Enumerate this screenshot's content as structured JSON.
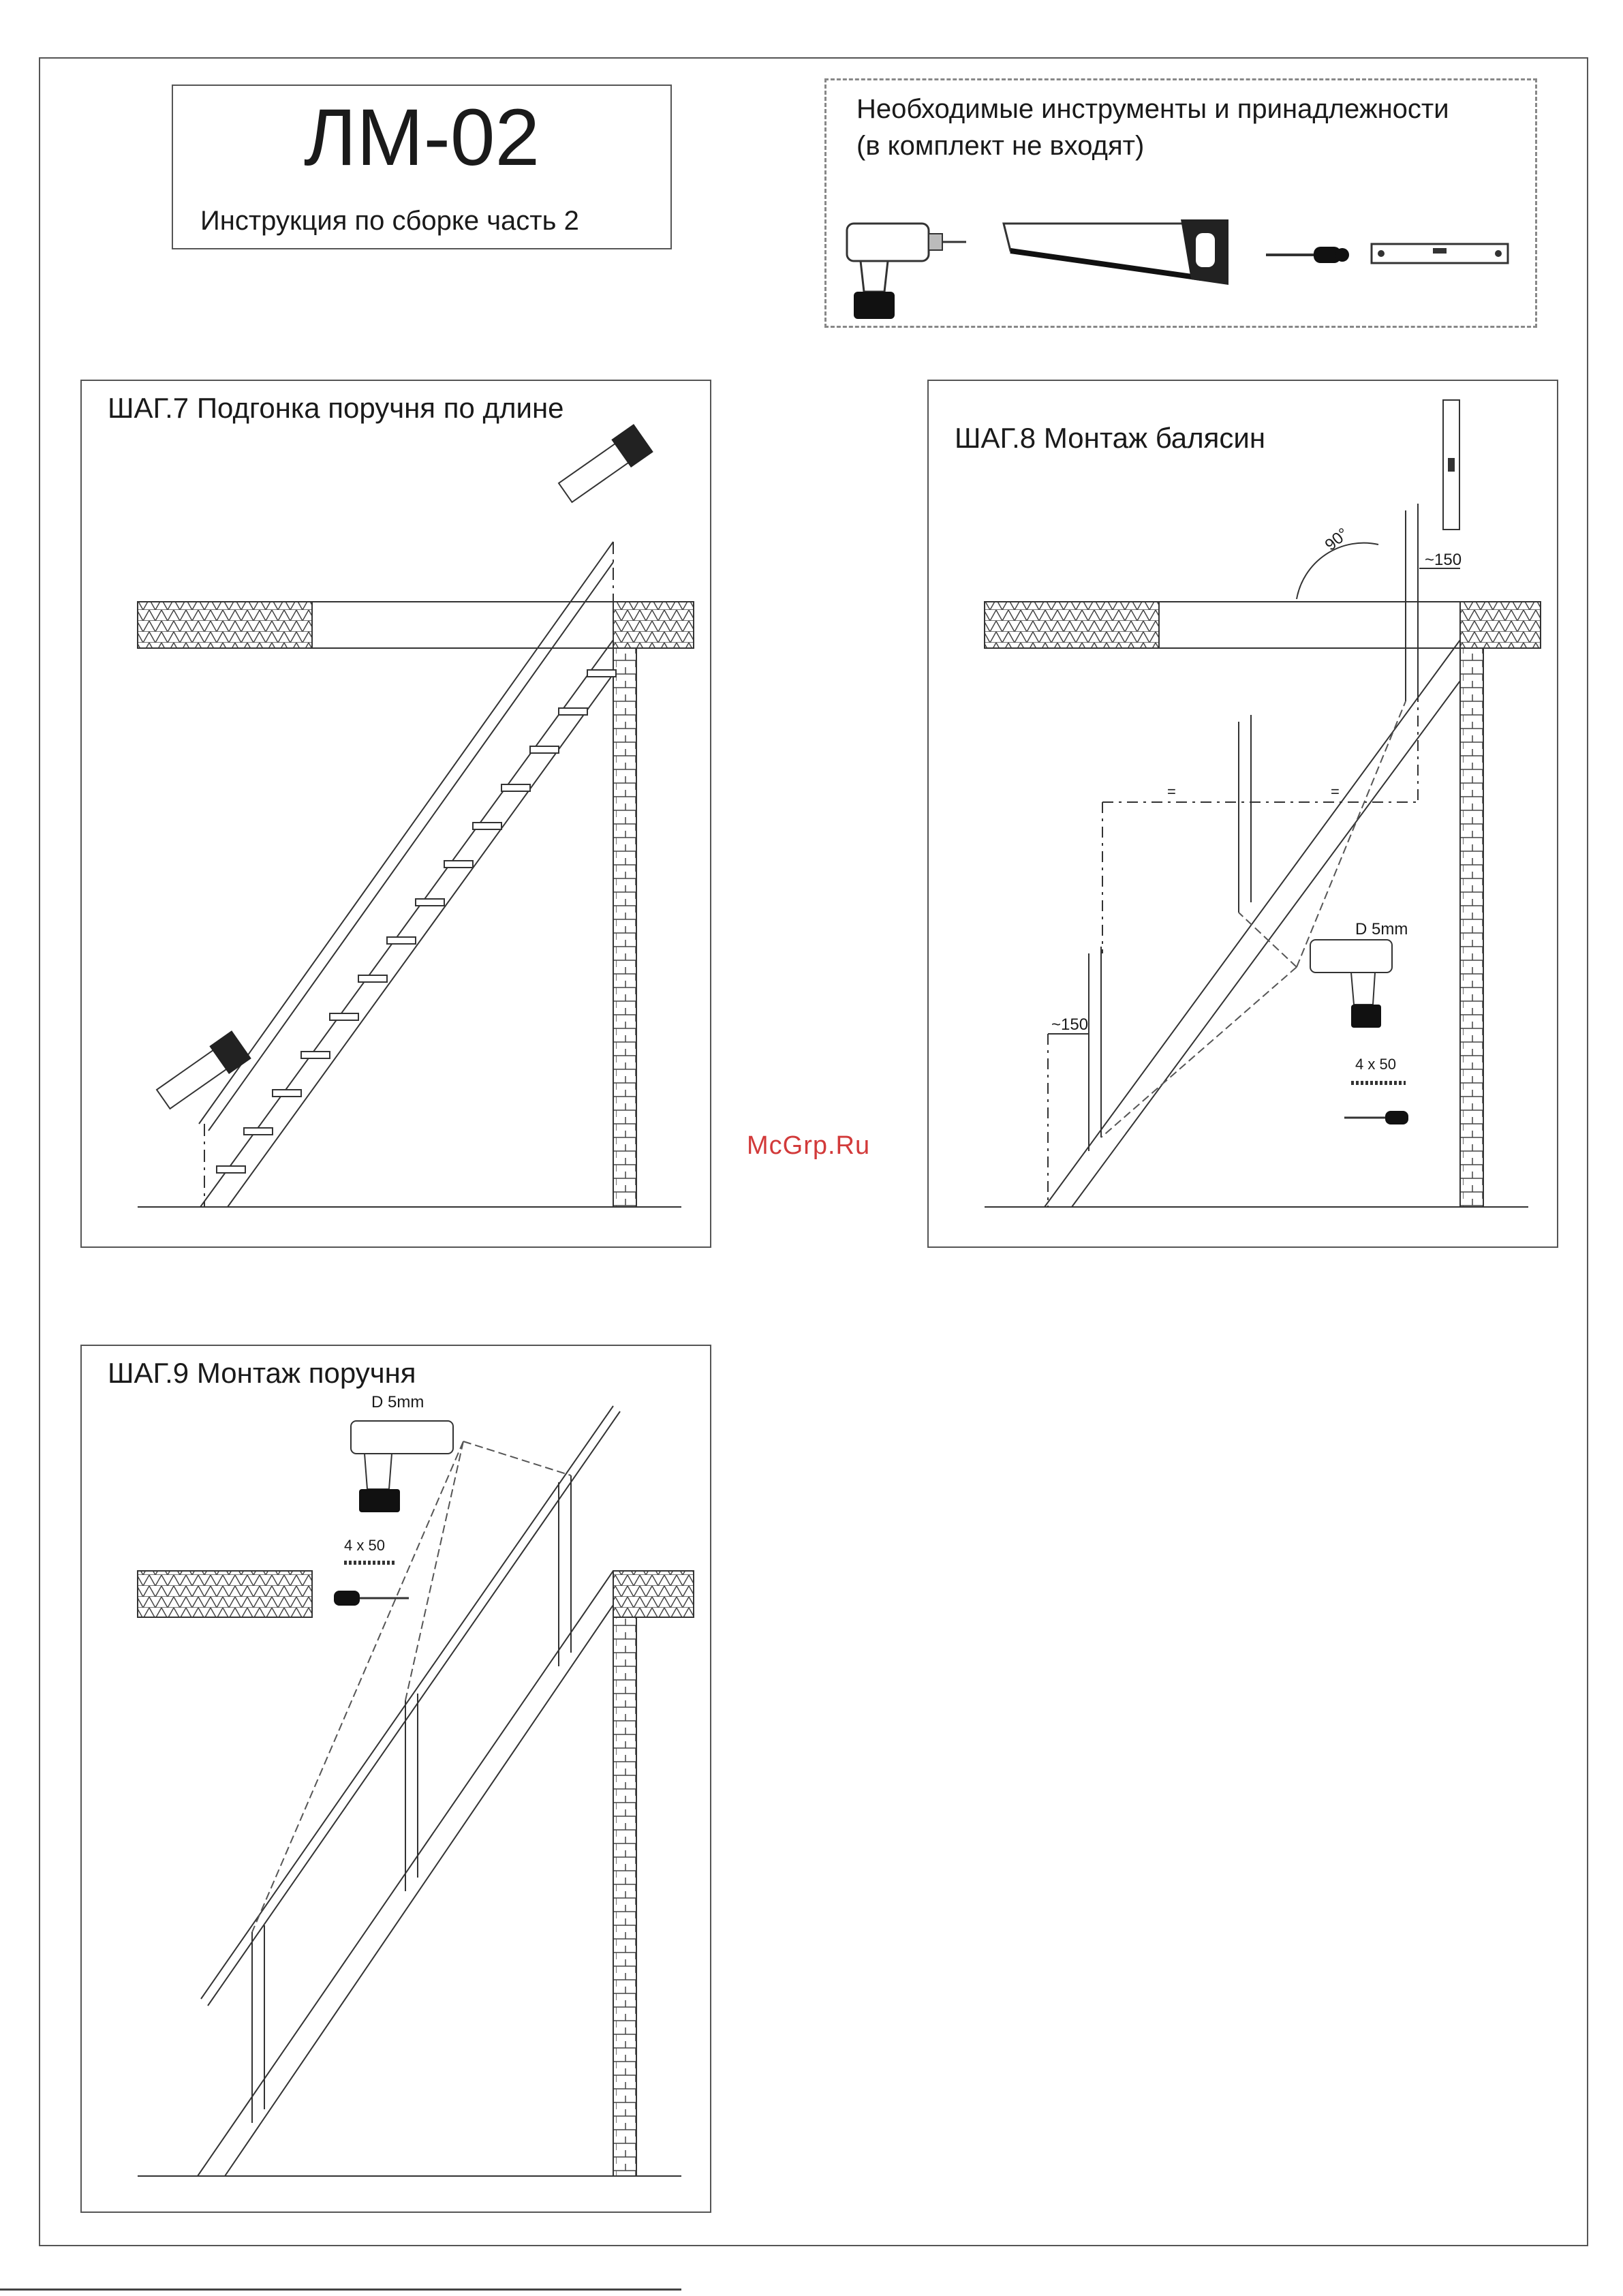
{
  "header": {
    "title": "ЛМ-02",
    "subtitle": "Инструкция по сборке часть 2"
  },
  "tools": {
    "line1": "Необходимые инструменты и принадлежности",
    "line2": "(в комплект не входят)",
    "items": [
      "drill-icon",
      "saw-icon",
      "screwdriver-icon",
      "level-icon"
    ]
  },
  "steps": [
    {
      "title": "ШАГ.7 Подгонка поручня по длине"
    },
    {
      "title": "ШАГ.8 Монтаж балясин",
      "angle": "90°",
      "offset_top": "~150",
      "offset_bottom": "~150",
      "equal_left": "=",
      "equal_right": "=",
      "drill_label": "D 5mm",
      "screw_label": "4 х 50"
    },
    {
      "title": "ШАГ.9 Монтаж поручня",
      "drill_label": "D 5mm",
      "screw_label": "4 х 50"
    }
  ],
  "watermark": "McGrp.Ru",
  "colors": {
    "line": "#333333",
    "watermark": "#d23a3a",
    "hatch": "#444444"
  }
}
